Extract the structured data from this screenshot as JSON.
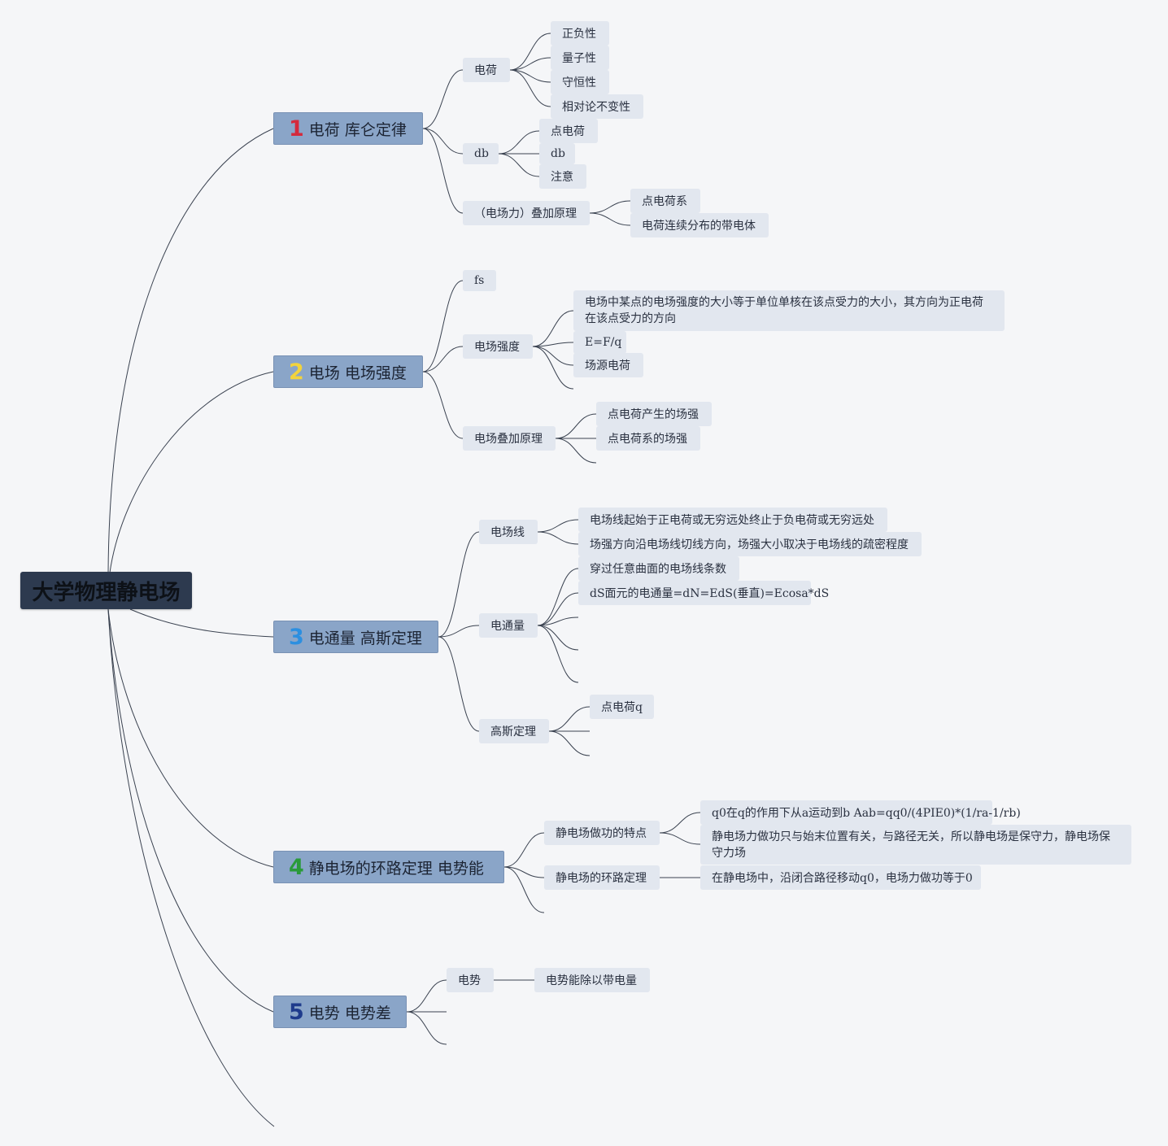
{
  "root": {
    "title": "大学物理静电场"
  },
  "topics": [
    {
      "number": "1",
      "title": "电荷 库仑定律",
      "number_color": "#d42a3c",
      "children": [
        {
          "label": "电荷",
          "children": [
            "正负性",
            "量子性",
            "守恒性",
            "相对论不变性"
          ]
        },
        {
          "label": "db",
          "children": [
            "点电荷",
            "db",
            "注意"
          ]
        },
        {
          "label": "（电场力）叠加原理",
          "children": [
            "点电荷系",
            "电荷连续分布的带电体"
          ]
        }
      ]
    },
    {
      "number": "2",
      "title": "电场 电场强度",
      "number_color": "#f2d33c",
      "children": [
        {
          "label": "fs",
          "children": []
        },
        {
          "label": "电场强度",
          "children": [
            "电场中某点的电场强度的大小等于单位单核在该点受力的大小，其方向为正电荷在该点受力的方向",
            "E=F/q",
            "场源电荷"
          ]
        },
        {
          "label": "电场叠加原理",
          "children": [
            "点电荷产生的场强",
            "点电荷系的场强"
          ]
        }
      ]
    },
    {
      "number": "3",
      "title": "电通量 高斯定理",
      "number_color": "#2c8fe0",
      "children": [
        {
          "label": "电场线",
          "children": [
            "电场线起始于正电荷或无穷远处终止于负电荷或无穷远处",
            "场强方向沿电场线切线方向，场强大小取决于电场线的疏密程度"
          ]
        },
        {
          "label": "电通量",
          "children": [
            "穿过任意曲面的电场线条数",
            "dS面元的电通量=dN=EdS(垂直)=Ecosa*dS"
          ]
        },
        {
          "label": "高斯定理",
          "children": [
            "点电荷q"
          ]
        }
      ]
    },
    {
      "number": "4",
      "title": "静电场的环路定理 电势能",
      "number_color": "#2a9a3a",
      "children": [
        {
          "label": "静电场做功的特点",
          "children": [
            "q0在q的作用下从a运动到b Aab=qq0/(4PIE0)*(1/ra-1/rb)",
            "静电场力做功只与始末位置有关，与路径无关，所以静电场是保守力，静电场保守力场"
          ]
        },
        {
          "label": "静电场的环路定理",
          "children": [
            "在静电场中，沿闭合路径移动q0，电场力做功等于0"
          ]
        }
      ]
    },
    {
      "number": "5",
      "title": "电势 电势差",
      "number_color": "#1f3b8c",
      "children": [
        {
          "label": "电势",
          "children": [
            "电势能除以带电量"
          ]
        }
      ]
    }
  ],
  "colors": {
    "line": "#3a4250",
    "node_bg": "#e2e7ef",
    "main_bg": "#8aa5c8",
    "root_bg": "#2d3a4f"
  }
}
